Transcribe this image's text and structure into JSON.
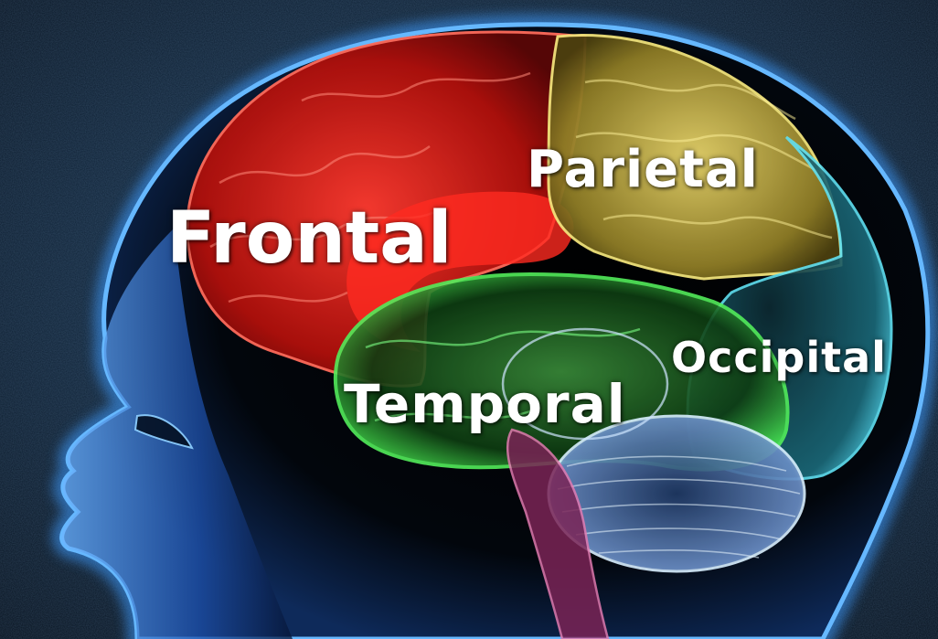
{
  "labels": {
    "frontal": "Frontal",
    "parietal": "Parietal",
    "temporal": "Temporal",
    "occipital": "Occipital"
  },
  "colors": {
    "background": "#0e2236",
    "head_outline": "#4aa8ff",
    "frontal": "#e0241f",
    "parietal": "#c9b64a",
    "temporal": "#3fd24a",
    "occipital": "#3fb2c9",
    "cerebellum": "#bfe4ff",
    "brainstem": "#c0508a",
    "label_text": "#ffffff"
  },
  "icons": [
    "human-head-silhouette",
    "brain-illustration"
  ]
}
